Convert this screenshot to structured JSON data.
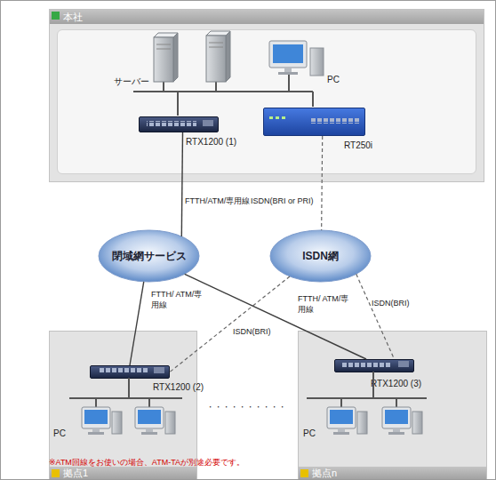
{
  "diagram": {
    "nodes": [
      {
        "text": [
          "本社"
        ]
      },
      {
        "text": [
          "RTX1200 (1)"
        ],
        "in": 0
      },
      {
        "text": [
          "RT250i"
        ],
        "in": 0
      },
      {
        "text": [
          "閉域網サービス"
        ]
      },
      {
        "text": [
          "ISDN網"
        ]
      },
      {
        "text": [
          "拠点1"
        ]
      },
      {
        "text": [
          "RTX1200 (2)"
        ],
        "in": 5
      },
      {
        "text": [
          "拠点n"
        ]
      },
      {
        "text": [
          "RTX1200 (3)"
        ],
        "in": 7
      }
    ],
    "edges": [
      {
        "from": 1,
        "to": 3,
        "arrow": "none",
        "label": "FTTH/ATM/専用線"
      },
      {
        "from": 2,
        "to": 4,
        "arrow": "none",
        "label": "ISDN(BRI or PRI)"
      },
      {
        "from": 3,
        "to": 6,
        "arrow": "none",
        "label": "FTTH/ ATM/専用線"
      },
      {
        "from": 3,
        "to": 8,
        "arrow": "none",
        "label": "FTTH/ ATM/専用線"
      },
      {
        "from": 4,
        "to": 6,
        "arrow": "none",
        "label": "ISDN(BRI)"
      },
      {
        "from": 4,
        "to": 8,
        "arrow": "none",
        "label": "ISDN(BRI)"
      }
    ],
    "labels": [
      "サーバー",
      "PC",
      "PC",
      "PC",
      "・・・・・・・・・・",
      "※ATM回線をお使いの場合、ATM-TAが別途必要です。"
    ]
  }
}
